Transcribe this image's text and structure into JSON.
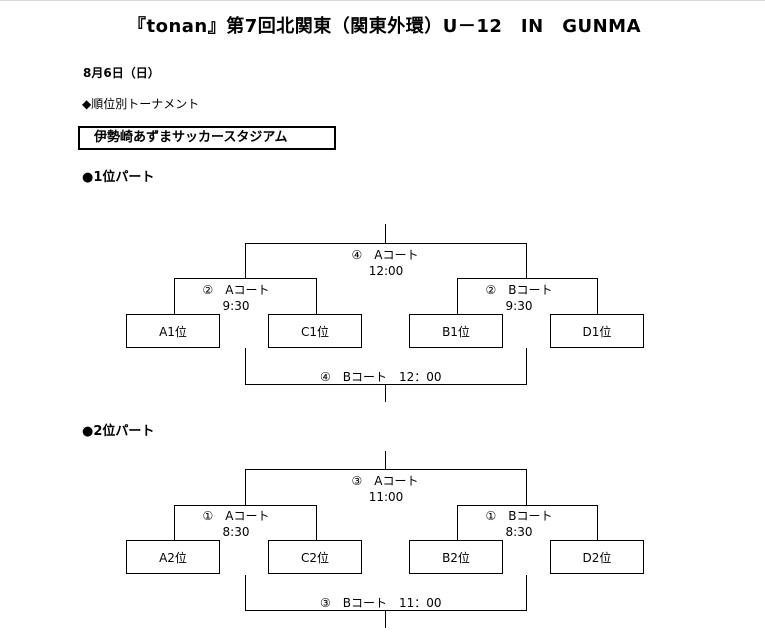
{
  "title": "『tonan』第7回北関東（関東外環）U－12　IN　GUNMA",
  "date": "8月6日（日）",
  "subtitle": "◆順位別トーナメント",
  "venue": "伊勢崎あずまサッカースタジアム",
  "parts": [
    {
      "heading": "●1位パート",
      "final": {
        "label": "④　Aコート",
        "time": "12:00"
      },
      "semi_left": {
        "label": "②　Aコート",
        "time": "9:30"
      },
      "semi_right": {
        "label": "②　Bコート",
        "time": "9:30"
      },
      "third_place": "④　Bコート　12：00",
      "teams": [
        "A1位",
        "C1位",
        "B1位",
        "D1位"
      ]
    },
    {
      "heading": "●2位パート",
      "final": {
        "label": "③　Aコート",
        "time": "11:00"
      },
      "semi_left": {
        "label": "①　Aコート",
        "time": "8:30"
      },
      "semi_right": {
        "label": "①　Bコート",
        "time": "8:30"
      },
      "third_place": "③　Bコート　11：00",
      "teams": [
        "A2位",
        "C2位",
        "B2位",
        "D2位"
      ]
    }
  ]
}
